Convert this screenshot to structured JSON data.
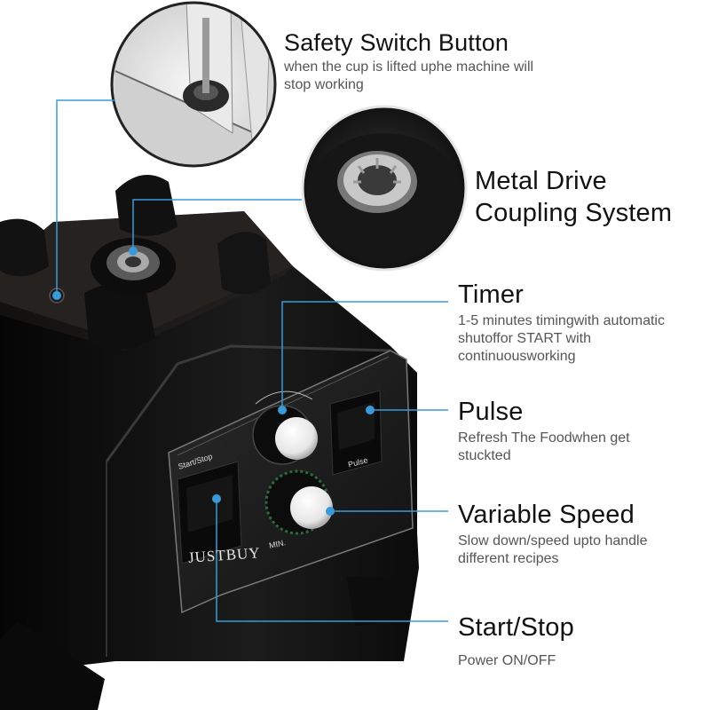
{
  "features": {
    "safety": {
      "title": "Safety Switch Button",
      "desc": "when the cup is lifted uphe machine will stop working"
    },
    "metal": {
      "title": "Metal Drive Coupling System"
    },
    "timer": {
      "title": "Timer",
      "desc": "1-5 minutes timingwith automatic shutoffor START with continuousworking"
    },
    "pulse": {
      "title": "Pulse",
      "desc": "Refresh The Foodwhen get stuckted"
    },
    "speed": {
      "title": "Variable Speed",
      "desc": "Slow down/speed upto handle different recipes"
    },
    "start": {
      "title": "Start/Stop",
      "desc": "Power ON/OFF"
    }
  },
  "panel": {
    "brand": "JUSTBUY",
    "start_stop_label": "Start/Stop",
    "pulse_label": "Pulse",
    "min_label": "MIN."
  },
  "colors": {
    "callout_line": "#3a9ad9",
    "body": "#121212"
  }
}
